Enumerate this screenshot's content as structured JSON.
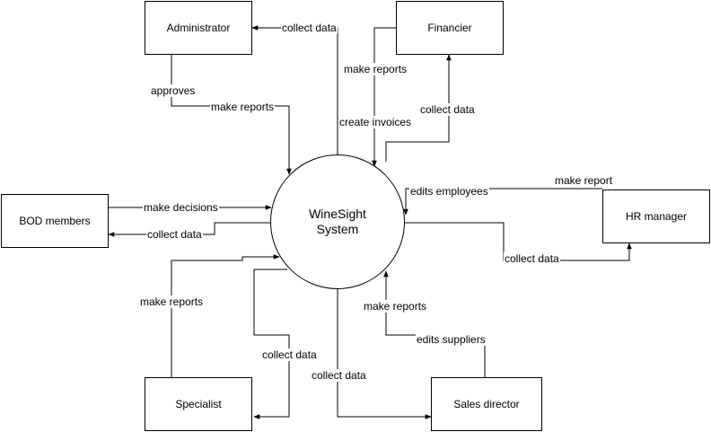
{
  "system": {
    "line1": "WineSight",
    "line2": "System"
  },
  "entities": {
    "administrator": "Administrator",
    "financier": "Financier",
    "bod_members": "BOD members",
    "hr_manager": "HR manager",
    "specialist": "Specialist",
    "sales_director": "Sales director"
  },
  "flows": {
    "admin_collect_data": "collect data",
    "admin_approves": "approves",
    "admin_make_reports": "make reports",
    "fin_make_reports": "make reports",
    "fin_create_invoices": "create invoices",
    "fin_collect_data": "collect data",
    "bod_make_decisions": "make decisions",
    "bod_collect_data": "collect data",
    "hr_make_report": "make report",
    "hr_edits_employees": "edits employees",
    "hr_collect_data": "collect data",
    "spec_make_reports": "make reports",
    "spec_collect_data": "collect data",
    "sales_collect_data": "collect data",
    "sales_make_reports": "make reports",
    "sales_edits_suppliers": "edits suppliers"
  }
}
